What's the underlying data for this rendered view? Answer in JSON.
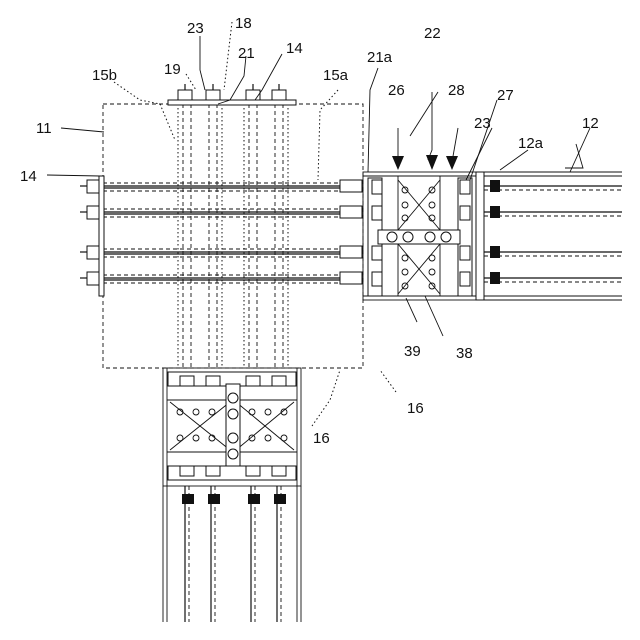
{
  "figure": {
    "labels": {
      "l23top": "23",
      "l18": "18",
      "l21": "21",
      "l14top": "14",
      "l19": "19",
      "l15b": "15b",
      "l15a": "15a",
      "l21a": "21a",
      "l22": "22",
      "l26": "26",
      "l28": "28",
      "l27": "27",
      "l12": "12",
      "l23right": "23",
      "l12a": "12a",
      "l11": "11",
      "l14left": "14",
      "l39": "39",
      "l38": "38",
      "l16right": "16",
      "l16bottom": "16"
    },
    "colors": {
      "line": "#111111",
      "background": "#ffffff"
    }
  }
}
